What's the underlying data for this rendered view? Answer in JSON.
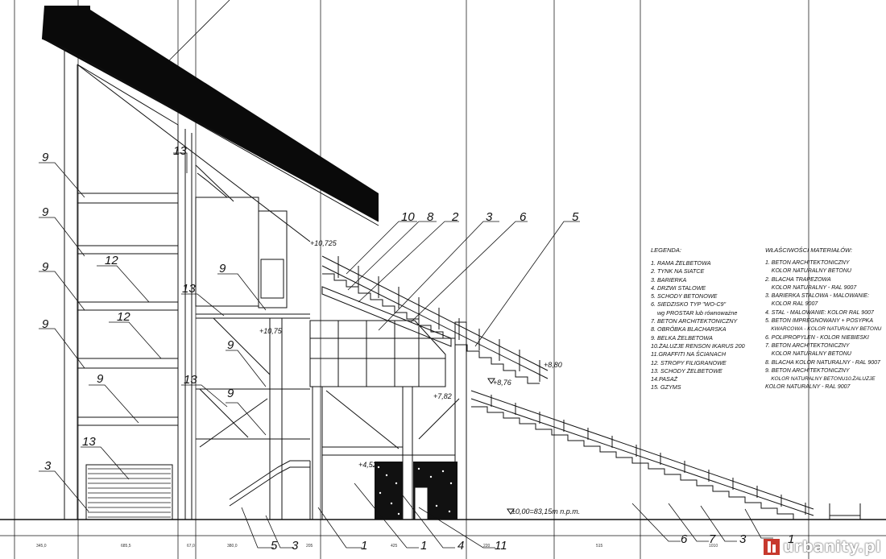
{
  "legend": {
    "title": "LEGENDA:",
    "items": [
      "1. RAMA ŻELBETOWA",
      "2. TYNK NA SIATCE",
      "3. BARIERKA",
      "4. DRZWI STALOWE",
      "5. SCHODY BETONOWE",
      "6. SIEDZISKO  TYP \"WO-C9\"",
      "    wg PROSTAR lub równoważne",
      "7. BETON ARCHITEKTONICZNY",
      "8. OBRÓBKA BLACHARSKA",
      "9. BELKA ŻELBETOWA",
      "10.ŻALUZJE  RENSON IKARUS 200",
      "11.GRAFFITI NA ŚCIANACH",
      "12. STROPY FILIGRANOWE",
      "13. SCHODY ŻELBETOWE",
      "14.PASAŻ",
      "15. GZYMS"
    ]
  },
  "materials": {
    "title": "WŁAŚCIWOŚCI MATERIAŁÓW:",
    "items": [
      "1. BETON ARCHITEKTONICZNY",
      "    KOLOR NATURALNY BETONU",
      "2. BLACHA TRAPEZOWA",
      "    KOLOR NATURALNY - RAL 9007",
      "3. BARIERKA STALOWA - MALOWANIE:",
      "    KOLOR RAL 9007",
      "4. STAL - MALOWANIE: KOLOR RAL 9007",
      "5. BETON IMPREGNOWANY + POSYPKA",
      "    KWARCOWA - KOLOR NATURALNY BETONU",
      "6. POLIPROPYLEN - KOLOR NIEBIESKI",
      "7. BETON ARCHITEKTONICZNY",
      "    KOLOR NATURALNY BETONU",
      "8. BLACHA KOLOR NATURALNY - RAL 9007",
      "9. BETON ARCHITEKTONICZNY",
      "    KOLOR NATURALNY BETONU10.ŻALUZJE",
      "KOLOR NATURALNY - RAL 9007"
    ]
  },
  "elevations": {
    "e10_725": "+10,725",
    "e10_75": "+10,75",
    "e8_76": "+8,76",
    "e8_80": "+8,80",
    "e7_82": "+7,82",
    "e4_52": "+4,52",
    "e0_00": "±0,00=83,15m n.p.m."
  },
  "callouts": {
    "n1": "1",
    "n2": "2",
    "n3": "3",
    "n4": "4",
    "n5": "5",
    "n6": "6",
    "n7": "7",
    "n8": "8",
    "n9": "9",
    "n10": "10",
    "n11": "11",
    "n12": "12",
    "n13": "13"
  },
  "watermark": "urbanity.pl",
  "colors": {
    "ink": "#111111",
    "roof": "#0a0a0a",
    "watermark": "#c7392e"
  }
}
